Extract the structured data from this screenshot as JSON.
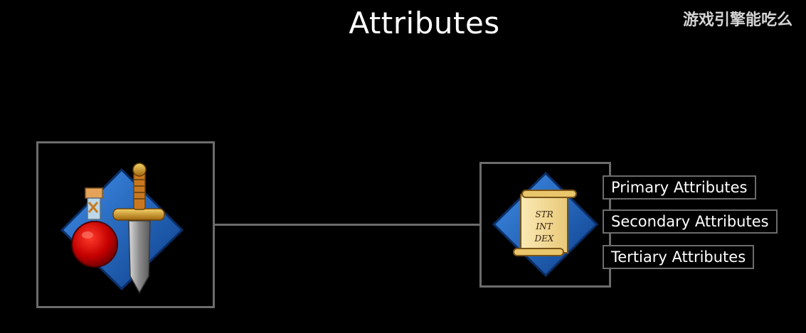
{
  "title": "Attributes",
  "watermark": "游戏引擎能吃么",
  "scroll_lines": [
    "STR",
    "INT",
    "DEX"
  ],
  "attribute_tags": [
    "Primary Attributes",
    "Secondary Attributes",
    "Tertiary Attributes"
  ],
  "icons": {
    "left": [
      "diamond-icon",
      "potion-icon",
      "sword-icon"
    ],
    "right": [
      "diamond-icon",
      "scroll-icon"
    ]
  },
  "colors": {
    "background": "#000000",
    "border": "#6c6c6c",
    "diamond": "#1a5fb4",
    "potion": "#c40000",
    "scroll": "#f3d995"
  }
}
